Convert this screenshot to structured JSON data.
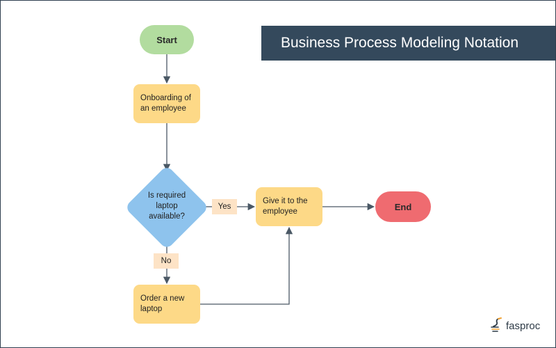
{
  "title": "Business Process Modeling Notation",
  "nodes": {
    "start": "Start",
    "onboarding": "Onboarding of an employee",
    "decision": "Is required laptop available?",
    "give": "Give it to the employee",
    "order": "Order a new laptop",
    "end": "End"
  },
  "edge_labels": {
    "yes": "Yes",
    "no": "No"
  },
  "logo": {
    "text": "fasproc",
    "icon": "fasproc-bird-logo"
  },
  "colors": {
    "start": "#b2dc9f",
    "process": "#fdd987",
    "decision": "#8ec3ed",
    "end": "#ef6b70",
    "edge_label": "#fde3c6",
    "banner": "#34495c",
    "connector": "#4a5865"
  }
}
